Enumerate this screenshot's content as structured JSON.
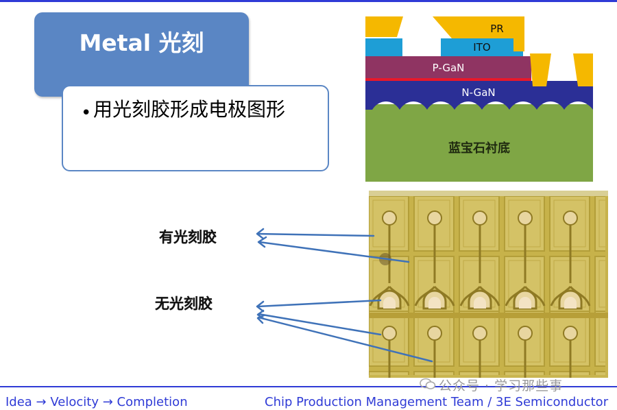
{
  "slide": {
    "title": "Metal 光刻",
    "bullet": "用光刻胶形成电极图形",
    "bullet_symbol": "•"
  },
  "diagram": {
    "layers": {
      "pr": "PR",
      "ito": "ITO",
      "pgan": "P-GaN",
      "ngan": "N-GaN",
      "substrate": "蓝宝石衬底"
    },
    "colors": {
      "pr": "#f5b800",
      "ito": "#1e9ed6",
      "pgan": "#8f3462",
      "ngan": "#2b2f96",
      "substrate": "#7fa645",
      "junction": "#e8182a"
    }
  },
  "annotations": {
    "with_pr": "有光刻胶",
    "without_pr": "无光刻胶",
    "arrow_color": "#3f72b8"
  },
  "footer": {
    "left": "Idea → Velocity → Completion",
    "right": "Chip Production Management Team / 3E Semiconductor"
  },
  "watermark": {
    "text": "公众号 · 学习那些事",
    "icon": "wechat-icon"
  },
  "theme": {
    "accent": "#2f3bd6",
    "title_fill": "#5a86c4"
  }
}
